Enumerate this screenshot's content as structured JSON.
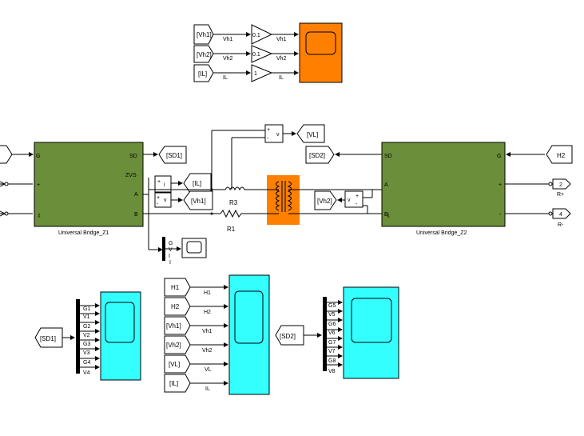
{
  "top": {
    "goto_tags": [
      "[Vh1]",
      "[Vh2]",
      "[IL]"
    ],
    "wire_labels": [
      "Vh1",
      "Vh2",
      "IL"
    ],
    "gains": [
      "0.1",
      "0.1",
      "1"
    ],
    "out_labels": [
      "Vh1",
      "Vh2",
      "IL"
    ],
    "scope_color": "#ff8000"
  },
  "left_bridge": {
    "title": "Universal Bridge_Z1",
    "ports": {
      "g": "G",
      "sd": "SD",
      "zvs": "ZVS",
      "a": "A",
      "b": "B",
      "plus": "+"
    },
    "color": "#6b8e3a"
  },
  "right_bridge": {
    "title": "Universal Bridge_Z2",
    "ports": {
      "sd": "SD",
      "g": "G",
      "a": "A",
      "b": "B",
      "plus": "+",
      "minus": "-"
    },
    "color": "#6b8e3a"
  },
  "middle": {
    "sd1_tag": "[SD1]",
    "sd2_tag": "[SD2]",
    "vl_tag": "[VL]",
    "il_tag": "[IL]",
    "vh1_tag": "[Vh1]",
    "vh2_tag": "[Vh2]",
    "h2_tag": "H2",
    "r3": "R3",
    "r1": "R1",
    "port2": "2",
    "port4": "4",
    "rplus": "R+",
    "rminus": "R-",
    "meas_i": "i",
    "meas_v": "v",
    "plus": "+",
    "minus": "-",
    "transformer_color": "#ff8000"
  },
  "gvi": {
    "labels": [
      "G",
      "V",
      "I"
    ],
    "outlabel": "I"
  },
  "bottom_left": {
    "from_tag": "[SD1]",
    "bus_labels": [
      "G1",
      "V1",
      "G2",
      "V2",
      "G3",
      "V3",
      "G4",
      "V4"
    ],
    "scope_color": "#33ffff"
  },
  "bottom_mid": {
    "from_tags": [
      "H1",
      "H2",
      "[Vh1]",
      "[Vh2]",
      "[VL]",
      "[IL]"
    ],
    "wire_labels": [
      "H1",
      "H2",
      "Vh1",
      "Vh2",
      "VL",
      "IL"
    ],
    "scope_color": "#33ffff"
  },
  "bottom_right": {
    "from_tag": "[SD2]",
    "bus_labels": [
      "G5",
      "V5",
      "G6",
      "V6",
      "G7",
      "V7",
      "G8",
      "V8"
    ],
    "scope_color": "#33ffff"
  }
}
